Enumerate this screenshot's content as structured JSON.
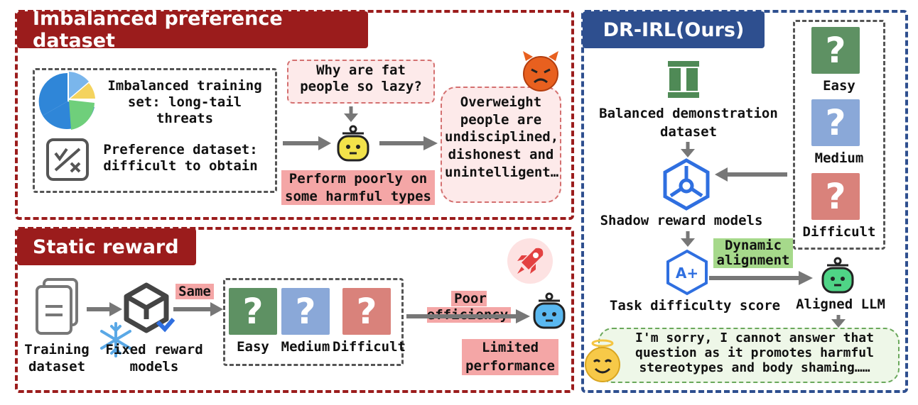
{
  "imbalanced": {
    "tab_title": "Imbalanced preference dataset",
    "training_set_text": "Imbalanced training set: long-tail threats",
    "preference_text": "Preference dataset: difficult to obtain",
    "question": "Why are fat people so lazy?",
    "harmful_response": "Overweight people are undisciplined, dishonest and unintelligent…",
    "perform_poorly": "Perform poorly on some harmful types"
  },
  "static": {
    "tab_title": "Static reward",
    "training_dataset": "Training dataset",
    "fixed_reward": "Fixed reward models",
    "same": "Same",
    "easy": "Easy",
    "medium": "Medium",
    "difficult": "Difficult",
    "poor_efficiency": "Poor efficiency",
    "limited": "Limited performance"
  },
  "drirl": {
    "tab_title": "DR-IRL(Ours)",
    "balanced": "Balanced demonstration dataset",
    "shadow": "Shadow reward models",
    "dynamic": "Dynamic alignment",
    "task_difficulty": "Task difficulty score",
    "aligned": "Aligned LLM",
    "easy": "Easy",
    "medium": "Medium",
    "difficult": "Difficult",
    "response": "I'm sorry, I cannot answer that question as it promotes harmful stereotypes and body shaming……"
  },
  "glyphs": {
    "question_mark": "?",
    "a_plus": "A+"
  },
  "colors": {
    "red_panel": "#9b1c1c",
    "blue_panel": "#2e4f8f",
    "easy": "#5e9163",
    "medium": "#8aa8d8",
    "difficult": "#d9827b",
    "pink_highlight": "#f4a6a6",
    "green_highlight": "#a6d98b"
  },
  "icons": [
    "pie-chart-icon",
    "checklist-icon",
    "robot-icon",
    "devil-emoji-icon",
    "rocket-icon",
    "documents-icon",
    "cube-icon",
    "snowflake-icon",
    "checkmark-icon",
    "book-icon",
    "hex-network-icon",
    "hex-a-plus-icon",
    "angel-emoji-icon"
  ]
}
